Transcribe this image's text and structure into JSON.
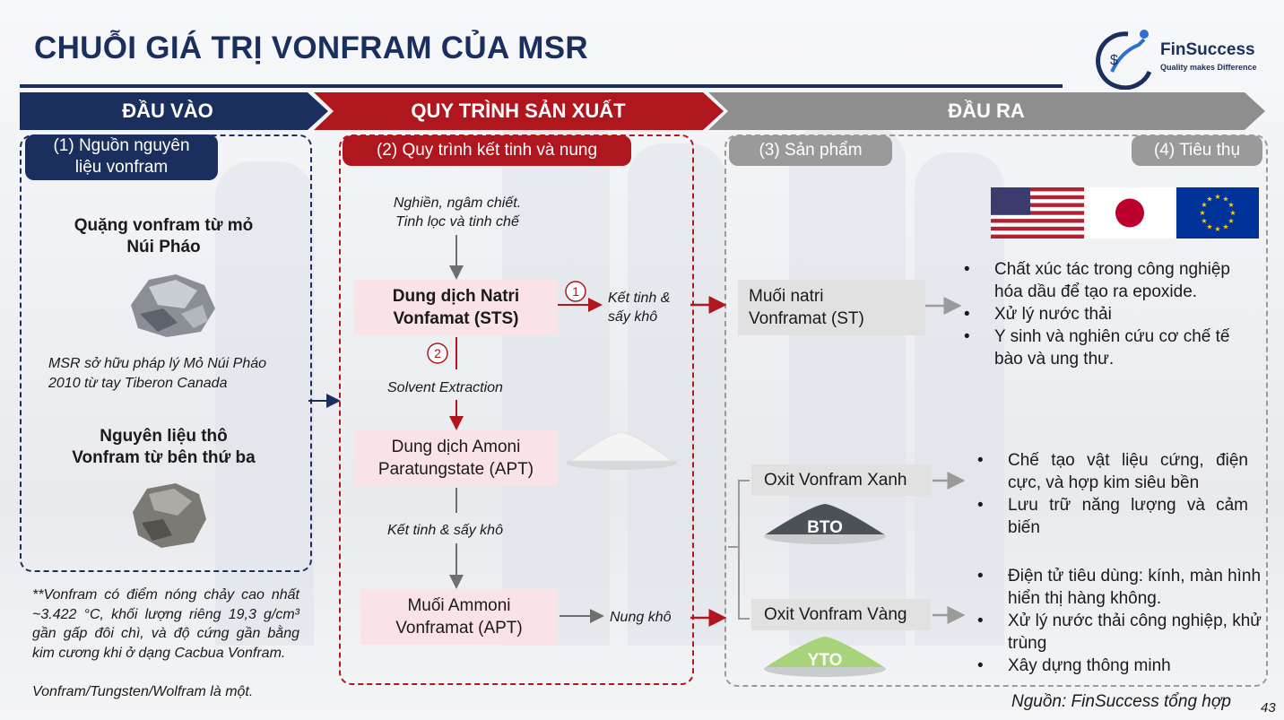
{
  "title": "CHUỖI GIÁ TRỊ VONFRAM CỦA MSR",
  "logo": {
    "brand_prefix": "Fin",
    "brand_suffix": "Success",
    "tagline": "Quality makes Difference"
  },
  "colors": {
    "navy": "#1b2f5f",
    "red": "#b0161e",
    "grey": "#8e8e8e",
    "pink": "#f9e3e6"
  },
  "stages": {
    "input": "ĐẦU VÀO",
    "process": "QUY TRÌNH SẢN XUẤT",
    "output": "ĐẦU RA"
  },
  "input": {
    "header": "(1)  Nguồn nguyên\nliệu vonfram",
    "source1_title": "Quặng vonfram từ mỏ\nNúi Pháo",
    "source1_note": "MSR sở hữu pháp lý Mỏ Núi Pháo\n2010 từ tay Tiberon Canada",
    "source2_title": "Nguyên liệu thô\nVonfram từ bên thứ ba",
    "footnote": "**Vonfram có điểm nóng chảy cao nhất ~3.422 °C, khối lượng riêng 19,3 g/cm³ gần gấp đôi chì, và độ cứng gần bằng kim cương khi ở dạng Cacbua Vonfram.",
    "footnote_last": "Vonfram/Tungsten/Wolfram là một."
  },
  "process": {
    "header": "(2) Quy trình kết tinh và nung",
    "step0": "Nghiền, ngâm chiết.\nTinh lọc và tinh chế",
    "sts": "Dung dịch Natri\nVonfamat (STS)",
    "marker1": "1",
    "marker2": "2",
    "branch1": "Kết tinh &\nsấy khô",
    "solvent": "Solvent Extraction",
    "apt_solution": "Dung dịch Amoni\nParatungstate (APT)",
    "step3": "Kết tinh & sấy khô",
    "apt_salt": "Muối Ammoni\nVonframat (APT)",
    "calcine": "Nung khô"
  },
  "products": {
    "header": "(3) Sản phẩm",
    "st": "Muối natri\nVonframat (ST)",
    "blue": "Oxit Vonfram Xanh",
    "bto": "BTO",
    "yellow": "Oxit Vonfram Vàng",
    "yto": "YTO"
  },
  "consumption": {
    "header": "(4) Tiêu thụ",
    "flags": [
      "us-flag-icon",
      "japan-flag-icon",
      "eu-flag-icon"
    ],
    "st_uses": [
      "Chất xúc tác trong công nghiệp hóa dầu để tạo ra epoxide.",
      "Xử lý nước thải",
      "Y sinh và nghiên cứu cơ chế tế bào và ung thư."
    ],
    "bto_uses": [
      "Chế tạo vật liệu cứng, điện cực, và hợp kim siêu bền",
      "Lưu trữ năng lượng và cảm biến"
    ],
    "yto_uses": [
      "Điện tử tiêu dùng: kính, màn hình hiển thị hàng không.",
      "Xử lý nước thải công nghiệp, khử trùng",
      "Xây dựng thông minh"
    ]
  },
  "source": "Nguồn: FinSuccess tổng hợp",
  "page_number": "43"
}
